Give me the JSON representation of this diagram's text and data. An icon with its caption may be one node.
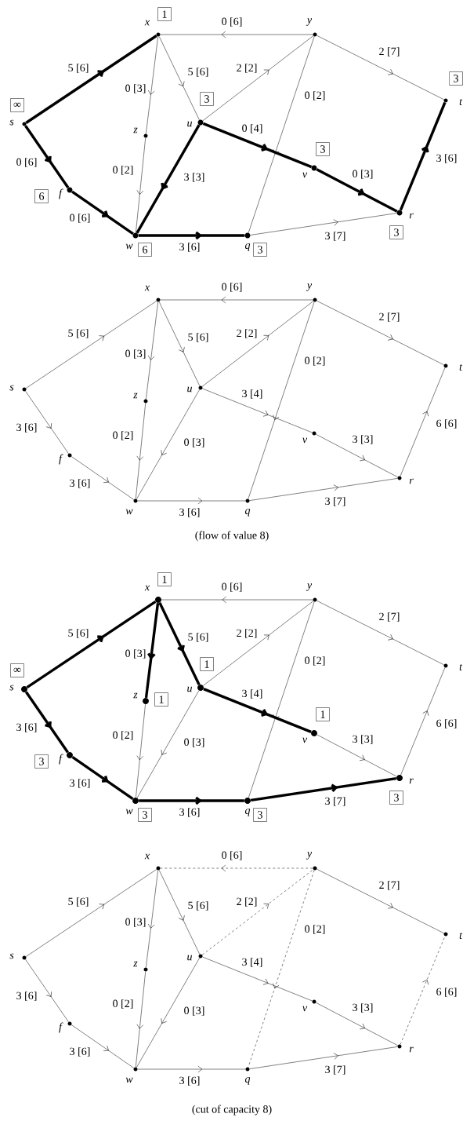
{
  "diagram": {
    "nodes": [
      {
        "text": [
          "s"
        ],
        "beside": [
          "∞"
        ]
      },
      {
        "text": [
          "x"
        ],
        "beside": [
          "1"
        ]
      },
      {
        "text": [
          "y"
        ]
      },
      {
        "text": [
          "z"
        ]
      },
      {
        "text": [
          "u"
        ],
        "beside": [
          "3"
        ]
      },
      {
        "text": [
          "v"
        ],
        "beside": [
          "3"
        ]
      },
      {
        "text": [
          "f"
        ],
        "beside": [
          "6"
        ]
      },
      {
        "text": [
          "w"
        ],
        "beside": [
          "6"
        ]
      },
      {
        "text": [
          "q"
        ],
        "beside": [
          "3"
        ]
      },
      {
        "text": [
          "r"
        ],
        "beside": [
          "3"
        ]
      },
      {
        "text": [
          "t"
        ],
        "beside": [
          "3"
        ]
      },
      {
        "text": [
          "s"
        ]
      },
      {
        "text": [
          "x"
        ]
      },
      {
        "text": [
          "y"
        ]
      },
      {
        "text": [
          "z"
        ]
      },
      {
        "text": [
          "u"
        ]
      },
      {
        "text": [
          "v"
        ]
      },
      {
        "text": [
          "f"
        ]
      },
      {
        "text": [
          "w"
        ]
      },
      {
        "text": [
          "q"
        ]
      },
      {
        "text": [
          "r"
        ]
      },
      {
        "text": [
          "t"
        ]
      },
      {
        "text": [
          "s"
        ],
        "beside": [
          "∞"
        ]
      },
      {
        "text": [
          "x"
        ],
        "beside": [
          "1"
        ]
      },
      {
        "text": [
          "y"
        ]
      },
      {
        "text": [
          "z"
        ],
        "beside": [
          "1"
        ]
      },
      {
        "text": [
          "u"
        ],
        "beside": [
          "1"
        ]
      },
      {
        "text": [
          "v"
        ],
        "beside": [
          "1"
        ]
      },
      {
        "text": [
          "f"
        ],
        "beside": [
          "3"
        ]
      },
      {
        "text": [
          "w"
        ],
        "beside": [
          "3"
        ]
      },
      {
        "text": [
          "q"
        ],
        "beside": [
          "3"
        ]
      },
      {
        "text": [
          "r"
        ],
        "beside": [
          "3"
        ]
      },
      {
        "text": [
          "t"
        ]
      },
      {
        "text": [
          "s"
        ]
      },
      {
        "text": [
          "x"
        ]
      },
      {
        "text": [
          "y"
        ]
      },
      {
        "text": [
          "z"
        ]
      },
      {
        "text": [
          "u"
        ]
      },
      {
        "text": [
          "v"
        ]
      },
      {
        "text": [
          "f"
        ]
      },
      {
        "text": [
          "w"
        ]
      },
      {
        "text": [
          "q"
        ]
      },
      {
        "text": [
          "r"
        ]
      },
      {
        "text": [
          "t"
        ]
      }
    ],
    "edges": [
      {
        "from": 0,
        "to": 1,
        "arrow": "to",
        "label": "5 [6]",
        "style": "thick"
      },
      {
        "from": 2,
        "to": 1,
        "arrow": "to",
        "label": "0 [6]"
      },
      {
        "from": 2,
        "to": 10,
        "arrow": "to",
        "label": "2 [7]"
      },
      {
        "from": 1,
        "to": 3,
        "arrow": "to",
        "label": "0 [3]"
      },
      {
        "from": 1,
        "to": 4,
        "arrow": "to",
        "label": "5 [6]"
      },
      {
        "from": 4,
        "to": 2,
        "arrow": "to",
        "label": "2 [2]"
      },
      {
        "from": 2,
        "to": 8,
        "arrow": "to",
        "label": "0 [2]"
      },
      {
        "from": 0,
        "to": 6,
        "arrow": "to",
        "label": "0 [6]",
        "style": "thick"
      },
      {
        "from": 6,
        "to": 7,
        "arrow": "to",
        "label": "0 [6]",
        "style": "thick"
      },
      {
        "from": 3,
        "to": 7,
        "arrow": "to",
        "label": "0 [2]"
      },
      {
        "from": 4,
        "to": 7,
        "arrow": "to",
        "label": "3 [3]",
        "style": "thick"
      },
      {
        "from": 4,
        "to": 5,
        "arrow": "to",
        "label": "0 [4]",
        "style": "thick"
      },
      {
        "from": 5,
        "to": 9,
        "arrow": "to",
        "label": "0 [3]",
        "style": "thick"
      },
      {
        "from": 9,
        "to": 10,
        "arrow": "to",
        "label": "3 [6]",
        "style": "thick"
      },
      {
        "from": 7,
        "to": 8,
        "arrow": "to",
        "label": "3 [6]",
        "style": "thick"
      },
      {
        "from": 8,
        "to": 9,
        "arrow": "to",
        "label": "3 [7]"
      },
      {
        "from": 11,
        "to": 12,
        "arrow": "to",
        "label": "5 [6]"
      },
      {
        "from": 13,
        "to": 12,
        "arrow": "to",
        "label": "0 [6]"
      },
      {
        "from": 13,
        "to": 21,
        "arrow": "to",
        "label": "2 [7]"
      },
      {
        "from": 12,
        "to": 14,
        "arrow": "to",
        "label": "0 [3]"
      },
      {
        "from": 12,
        "to": 15,
        "arrow": "to",
        "label": "5 [6]"
      },
      {
        "from": 15,
        "to": 13,
        "arrow": "to",
        "label": "2 [2]"
      },
      {
        "from": 13,
        "to": 19,
        "arrow": "to",
        "label": "0 [2]"
      },
      {
        "from": 11,
        "to": 17,
        "arrow": "to",
        "label": "3 [6]"
      },
      {
        "from": 17,
        "to": 18,
        "arrow": "to",
        "label": "3 [6]"
      },
      {
        "from": 14,
        "to": 18,
        "arrow": "to",
        "label": "0 [2]"
      },
      {
        "from": 15,
        "to": 18,
        "arrow": "to",
        "label": "0 [3]"
      },
      {
        "from": 15,
        "to": 16,
        "arrow": "to",
        "label": "3 [4]"
      },
      {
        "from": 16,
        "to": 20,
        "arrow": "to",
        "label": "3 [3]"
      },
      {
        "from": 20,
        "to": 21,
        "arrow": "to",
        "label": "6 [6]"
      },
      {
        "from": 18,
        "to": 19,
        "arrow": "to",
        "label": "3 [6]"
      },
      {
        "from": 19,
        "to": 20,
        "arrow": "to",
        "label": "3 [7]"
      },
      {
        "from": 22,
        "to": 23,
        "arrow": "to",
        "label": "5 [6]",
        "style": "thick"
      },
      {
        "from": 24,
        "to": 23,
        "arrow": "to",
        "label": "0 [6]"
      },
      {
        "from": 24,
        "to": 32,
        "arrow": "to",
        "label": "2 [7]"
      },
      {
        "from": 23,
        "to": 25,
        "arrow": "to",
        "label": "0 [3]",
        "style": "thick"
      },
      {
        "from": 23,
        "to": 26,
        "arrow": "to",
        "label": "5 [6]",
        "style": "thick"
      },
      {
        "from": 26,
        "to": 24,
        "arrow": "to",
        "label": "2 [2]"
      },
      {
        "from": 24,
        "to": 30,
        "arrow": "to",
        "label": "0 [2]"
      },
      {
        "from": 22,
        "to": 28,
        "arrow": "to",
        "label": "3 [6]",
        "style": "thick"
      },
      {
        "from": 28,
        "to": 29,
        "arrow": "to",
        "label": "3 [6]",
        "style": "thick"
      },
      {
        "from": 25,
        "to": 29,
        "arrow": "to",
        "label": "0 [2]"
      },
      {
        "from": 26,
        "to": 29,
        "arrow": "to",
        "label": "0 [3]"
      },
      {
        "from": 26,
        "to": 27,
        "arrow": "to",
        "label": "3 [4]",
        "style": "thick"
      },
      {
        "from": 27,
        "to": 31,
        "arrow": "to",
        "label": "3 [3]"
      },
      {
        "from": 31,
        "to": 32,
        "arrow": "to",
        "label": "6 [6]"
      },
      {
        "from": 29,
        "to": 30,
        "arrow": "to",
        "label": "3 [6]",
        "style": "thick"
      },
      {
        "from": 30,
        "to": 31,
        "arrow": "to",
        "label": "3 [7]",
        "style": "thick"
      },
      {
        "from": 33,
        "to": 34,
        "arrow": "to",
        "label": "5 [6]"
      },
      {
        "from": 35,
        "to": 34,
        "arrow": "to",
        "label": "0 [6]",
        "style": "dashed"
      },
      {
        "from": 35,
        "to": 43,
        "arrow": "to",
        "label": "2 [7]"
      },
      {
        "from": 34,
        "to": 36,
        "arrow": "to",
        "label": "0 [3]"
      },
      {
        "from": 34,
        "to": 37,
        "arrow": "to",
        "label": "5 [6]"
      },
      {
        "from": 37,
        "to": 35,
        "arrow": "to",
        "label": "2 [2]",
        "style": "dashed"
      },
      {
        "from": 35,
        "to": 41,
        "arrow": "to",
        "label": "0 [2]",
        "style": "dashed"
      },
      {
        "from": 33,
        "to": 39,
        "arrow": "to",
        "label": "3 [6]"
      },
      {
        "from": 39,
        "to": 40,
        "arrow": "to",
        "label": "3 [6]"
      },
      {
        "from": 36,
        "to": 40,
        "arrow": "to",
        "label": "0 [2]"
      },
      {
        "from": 37,
        "to": 40,
        "arrow": "to",
        "label": "0 [3]"
      },
      {
        "from": 37,
        "to": 38,
        "arrow": "to",
        "label": "3 [4]"
      },
      {
        "from": 38,
        "to": 42,
        "arrow": "to",
        "label": "3 [3]"
      },
      {
        "from": 42,
        "to": 43,
        "arrow": "to",
        "label": "6 [6]",
        "style": "dashed"
      },
      {
        "from": 40,
        "to": 41,
        "arrow": "to",
        "label": "3 [6]"
      },
      {
        "from": 41,
        "to": 42,
        "arrow": "to",
        "label": "3 [7]"
      }
    ],
    "labels": [
      "(flow of value 8)",
      "(cut of capacity 8)"
    ]
  }
}
